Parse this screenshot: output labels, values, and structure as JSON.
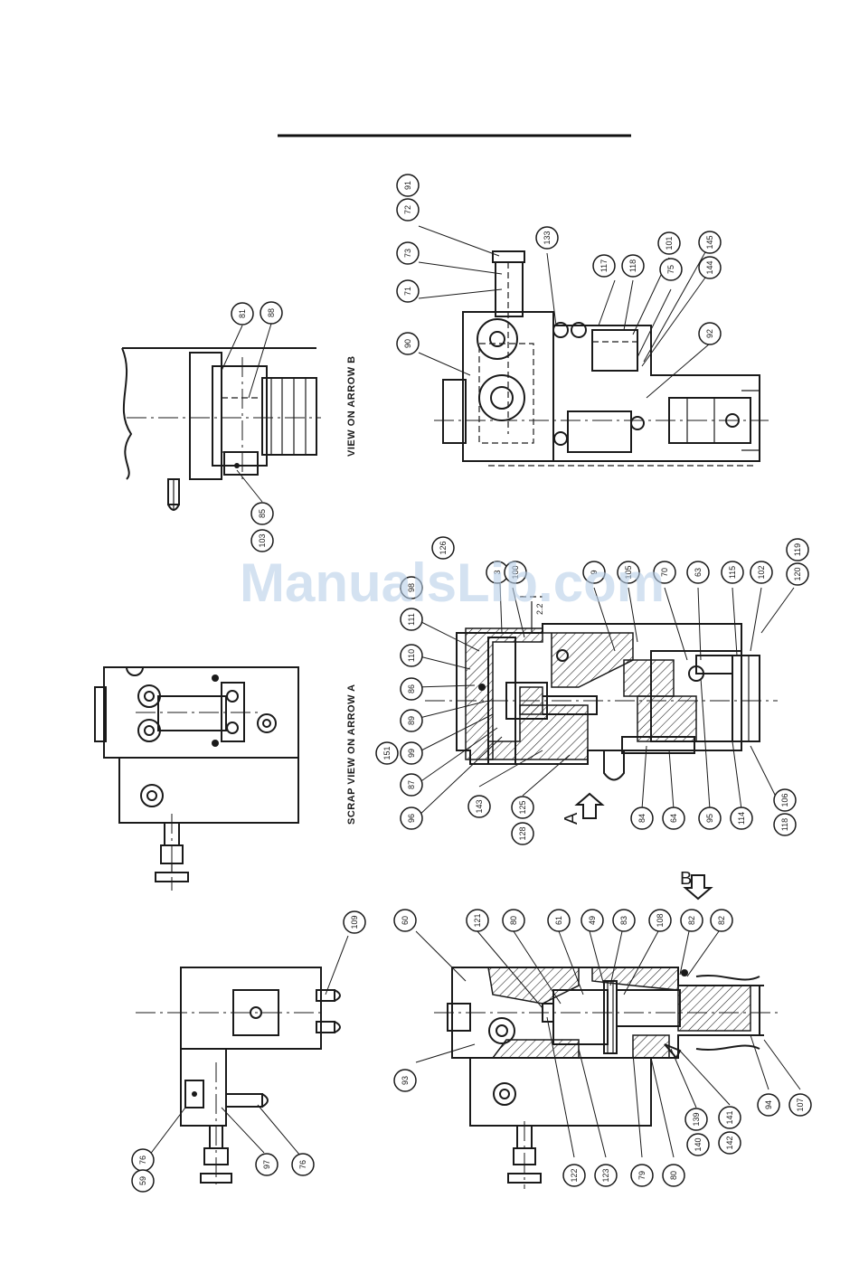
{
  "watermark": "ManualsLib.com",
  "views": {
    "view_b": {
      "caption": "VIEW ON ARROW B"
    },
    "scrap_view_a": {
      "caption": "SCRAP VIEW ON ARROW A"
    }
  },
  "section_markers": {
    "arrow_a": "A",
    "arrow_b": "B",
    "dimension": "2.2"
  },
  "parts": {
    "view_b": [
      {
        "id": "vb-81",
        "label": "81"
      },
      {
        "id": "vb-88",
        "label": "88"
      },
      {
        "id": "vb-85",
        "label": "85"
      },
      {
        "id": "vb-103",
        "label": "103"
      }
    ],
    "top": [
      {
        "id": "t-91",
        "label": "91"
      },
      {
        "id": "t-72",
        "label": "72"
      },
      {
        "id": "t-73",
        "label": "73"
      },
      {
        "id": "t-71",
        "label": "71"
      },
      {
        "id": "t-90",
        "label": "90"
      },
      {
        "id": "t-133",
        "label": "133"
      },
      {
        "id": "t-117",
        "label": "117"
      },
      {
        "id": "t-118",
        "label": "118"
      },
      {
        "id": "t-101",
        "label": "101"
      },
      {
        "id": "t-75",
        "label": "75"
      },
      {
        "id": "t-145",
        "label": "145"
      },
      {
        "id": "t-144",
        "label": "144"
      },
      {
        "id": "t-92",
        "label": "92"
      }
    ],
    "middle": [
      {
        "id": "m-126",
        "label": "126"
      },
      {
        "id": "m-3",
        "label": "3"
      },
      {
        "id": "m-100",
        "label": "100"
      },
      {
        "id": "m-9",
        "label": "9"
      },
      {
        "id": "m-105",
        "label": "105"
      },
      {
        "id": "m-70",
        "label": "70"
      },
      {
        "id": "m-63",
        "label": "63"
      },
      {
        "id": "m-115",
        "label": "115"
      },
      {
        "id": "m-102",
        "label": "102"
      },
      {
        "id": "m-119",
        "label": "119"
      },
      {
        "id": "m-120",
        "label": "120"
      },
      {
        "id": "m-98",
        "label": "98"
      },
      {
        "id": "m-111",
        "label": "111"
      },
      {
        "id": "m-110",
        "label": "110"
      },
      {
        "id": "m-86",
        "label": "86"
      },
      {
        "id": "m-89",
        "label": "89"
      },
      {
        "id": "m-99",
        "label": "99"
      },
      {
        "id": "m-151",
        "label": "151"
      },
      {
        "id": "m-87",
        "label": "87"
      },
      {
        "id": "m-96",
        "label": "96"
      },
      {
        "id": "m-143",
        "label": "143"
      },
      {
        "id": "m-125",
        "label": "125"
      },
      {
        "id": "m-128",
        "label": "128"
      },
      {
        "id": "m-84a",
        "label": "84"
      },
      {
        "id": "m-64",
        "label": "64"
      },
      {
        "id": "m-95",
        "label": "95"
      },
      {
        "id": "m-114",
        "label": "114"
      },
      {
        "id": "m-106",
        "label": "106"
      },
      {
        "id": "m-118",
        "label": "118"
      }
    ],
    "bottom_left": [
      {
        "id": "bl-109",
        "label": "109"
      },
      {
        "id": "bl-76a",
        "label": "76"
      },
      {
        "id": "bl-59",
        "label": "59"
      },
      {
        "id": "bl-97",
        "label": "97"
      },
      {
        "id": "bl-76b",
        "label": "76"
      }
    ],
    "bottom": [
      {
        "id": "b-60",
        "label": "60"
      },
      {
        "id": "b-121",
        "label": "121"
      },
      {
        "id": "b-80",
        "label": "80"
      },
      {
        "id": "b-61",
        "label": "61"
      },
      {
        "id": "b-49",
        "label": "49"
      },
      {
        "id": "b-83",
        "label": "83"
      },
      {
        "id": "b-108",
        "label": "108"
      },
      {
        "id": "b-82a",
        "label": "82"
      },
      {
        "id": "b-82b",
        "label": "82"
      },
      {
        "id": "b-93",
        "label": "93"
      },
      {
        "id": "b-122",
        "label": "122"
      },
      {
        "id": "b-123",
        "label": "123"
      },
      {
        "id": "b-79",
        "label": "79"
      },
      {
        "id": "b-80b",
        "label": "80"
      },
      {
        "id": "b-139",
        "label": "139"
      },
      {
        "id": "b-140",
        "label": "140"
      },
      {
        "id": "b-141",
        "label": "141"
      },
      {
        "id": "b-142",
        "label": "142"
      },
      {
        "id": "b-94",
        "label": "94"
      },
      {
        "id": "b-107",
        "label": "107"
      }
    ]
  }
}
